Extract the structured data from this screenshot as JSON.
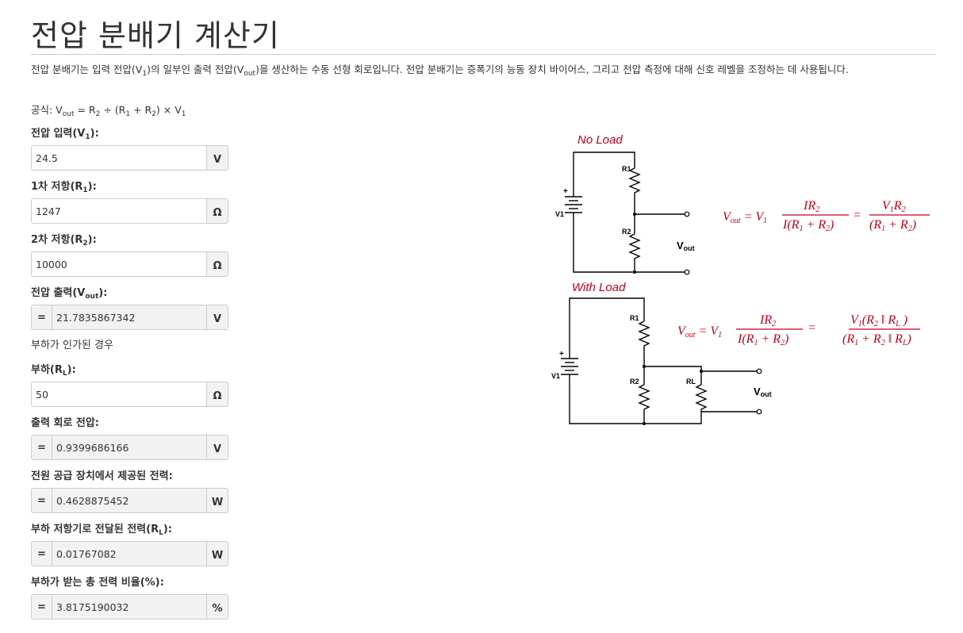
{
  "page": {
    "title": "전압 분배기 계산기",
    "intro": "전압 분배기는 입력 전압(V₁)의 일부인 출력 전압(Vₒᵤₜ)을 생산하는 수동 선형 회로입니다. 전압 분배기는 증폭기의 능동 장치 바이어스, 그리고 전압 측정에 대해 신호 레벨을 조정하는 데 사용됩니다.",
    "formula": "공식: Vout = R2 ÷ (R1 + R2) × V1"
  },
  "fields": [
    {
      "label": "전압 입력(V1):",
      "value": "24.5",
      "unit": "V",
      "readonly": false
    },
    {
      "label": "1차 저항(R1):",
      "value": "1247",
      "unit": "Ω",
      "readonly": false
    },
    {
      "label": "2차 저항(R2):",
      "value": "10000",
      "unit": "Ω",
      "readonly": false
    },
    {
      "label": "전압 출력(Vout):",
      "value": "21.7835867342",
      "unit": "V",
      "readonly": true,
      "prefix": "="
    },
    {
      "label": "부하가 인가된 경우"
    },
    {
      "label": "부하(RL):",
      "value": "50",
      "unit": "Ω",
      "readonly": false
    },
    {
      "label": "출력 회로 전압:",
      "value": "0.9399686166",
      "unit": "V",
      "readonly": true,
      "prefix": "="
    },
    {
      "label": "전원 공급 장치에서 제공된 전력:",
      "value": "0.4628875452",
      "unit": "W",
      "readonly": true,
      "prefix": "="
    },
    {
      "label": "부하 저항기로 전달된 전력(RL):",
      "value": "0.01767082",
      "unit": "W",
      "readonly": true,
      "prefix": "="
    },
    {
      "label": "부하가 받는 총 전력 비율(%):",
      "value": "3.8175190032",
      "unit": "%",
      "readonly": true,
      "prefix": "="
    }
  ],
  "diagram": {
    "no_load_heading": "No Load",
    "with_load_heading": "With Load",
    "labels": {
      "v1": "V1",
      "r1": "R1",
      "r2": "R2",
      "rl": "RL",
      "vout": "Vout",
      "plus": "+"
    }
  }
}
